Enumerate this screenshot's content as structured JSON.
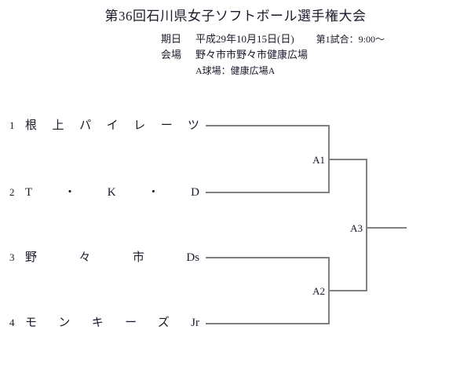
{
  "header": {
    "title": "第36回石川県女子ソフトボール選手権大会",
    "date_label": "期日",
    "date_value": "平成29年10月15日(日)",
    "first_game": "第1試合：9:00～",
    "venue_label": "会場",
    "venue_value": "野々市市野々市健康広場",
    "field_note": "A球場：健康広場A"
  },
  "bracket": {
    "teams": [
      {
        "seed": "1",
        "name": "根上パイレーツ"
      },
      {
        "seed": "2",
        "name": "T・K・D"
      },
      {
        "seed": "3",
        "name": "野々市Ds"
      },
      {
        "seed": "4",
        "name": "モンキーズJr"
      }
    ],
    "matches": [
      {
        "id": "A1"
      },
      {
        "id": "A2"
      },
      {
        "id": "A3"
      }
    ]
  },
  "colors": {
    "line": "#808080",
    "text": "#1a1a2e",
    "background": "#ffffff"
  }
}
